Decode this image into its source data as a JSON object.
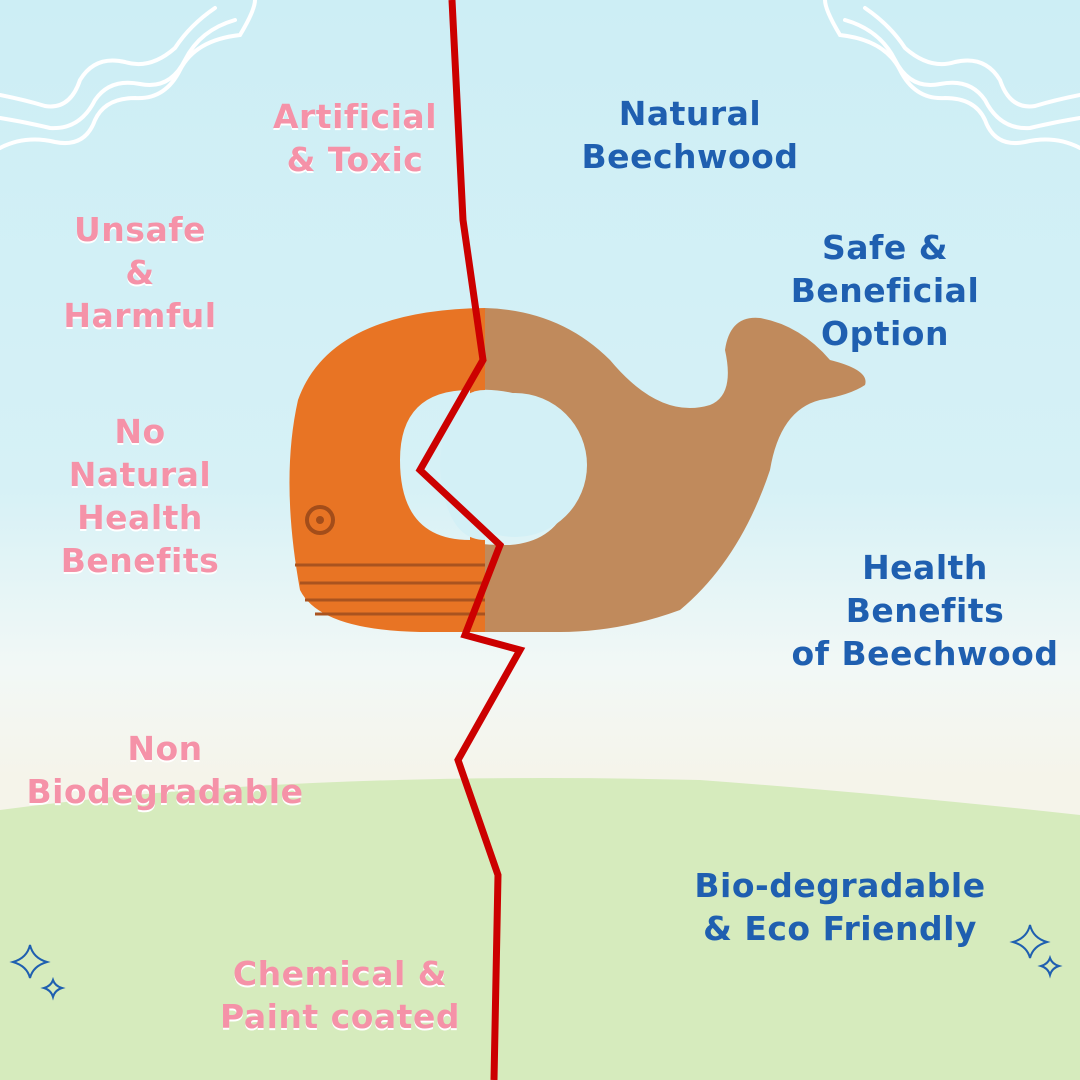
{
  "left_labels": {
    "artificial": "Artificial\n& Toxic",
    "unsafe": "Unsafe\n&\nHarmful",
    "no_benefits": "No\nNatural\nHealth\nBenefits",
    "non_bio": "Non\nBiodegradable",
    "chemical": "Chemical &\nPaint coated"
  },
  "right_labels": {
    "natural": "Natural\nBeechwood",
    "safe": "Safe &\nBeneficial\nOption",
    "health": "Health\nBenefits\nof Beechwood",
    "bio": "Bio-degradable\n& Eco Friendly"
  },
  "colors": {
    "pink": "#f592a8",
    "blue": "#1f5fb0",
    "crack_red": "#cc0000",
    "orange_whale": "#e87424",
    "wood_whale": "#c08a5c",
    "grass": "#d6ebbd",
    "sky": "#cdeef5"
  }
}
